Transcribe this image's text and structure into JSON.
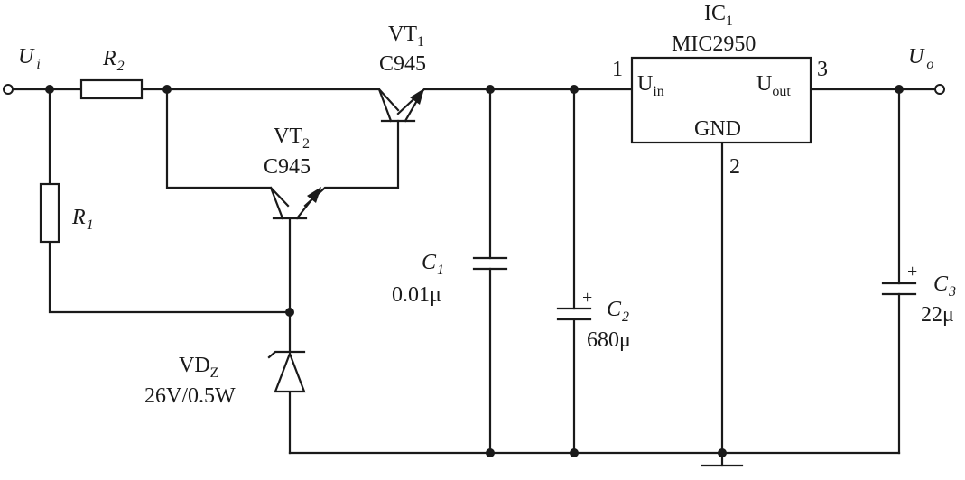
{
  "input": {
    "symbol": "U",
    "sub": "i"
  },
  "output": {
    "symbol": "U",
    "sub": "o"
  },
  "r1": {
    "symbol": "R",
    "sub": "1"
  },
  "r2": {
    "symbol": "R",
    "sub": "2"
  },
  "vt1": {
    "name": "VT",
    "sub": "1",
    "part": "C945"
  },
  "vt2": {
    "name": "VT",
    "sub": "2",
    "part": "C945"
  },
  "ic1": {
    "name": "IC",
    "sub": "1",
    "part": "MIC2950",
    "pin_in_label": "U",
    "pin_in_sub": "in",
    "pin_out_label": "U",
    "pin_out_sub": "out",
    "pin_gnd_label": "GND",
    "pin1": "1",
    "pin2": "2",
    "pin3": "3"
  },
  "c1": {
    "symbol": "C",
    "sub": "1",
    "value": "0.01μ"
  },
  "c2": {
    "symbol": "C",
    "sub": "2",
    "value": "680μ",
    "polarity": "+"
  },
  "c3": {
    "symbol": "C",
    "sub": "3",
    "value": "22μ",
    "polarity": "+"
  },
  "vdz": {
    "name": "VD",
    "sub": "Z",
    "rating": "26V/0.5W"
  }
}
